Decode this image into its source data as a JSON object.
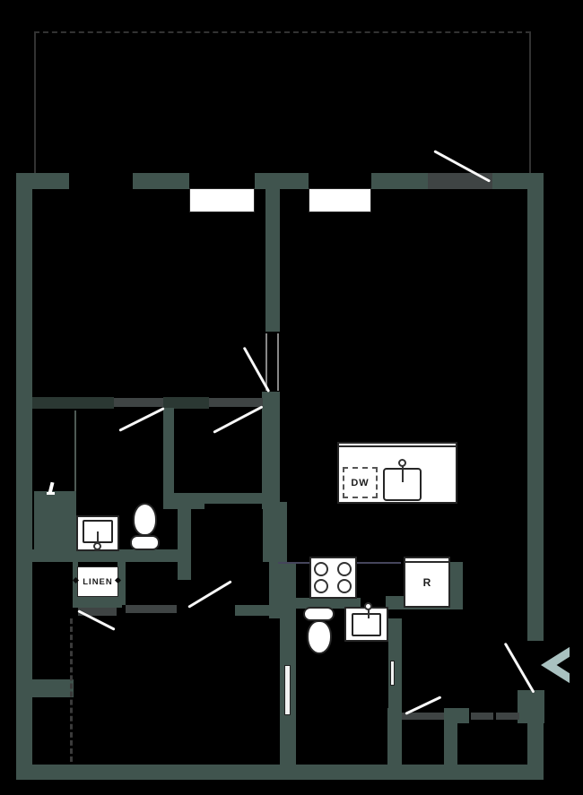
{
  "labels": {
    "linen_closet": "LINEN",
    "dishwasher": "DW",
    "refrigerator": "R"
  },
  "colors": {
    "background": "#000000",
    "wall": "#40544e",
    "wall_dark": "#2b3833",
    "threshold": "#3f4444",
    "fixture_fill": "#ffffff",
    "fixture_line": "#262626",
    "door_leaf": "#f8f8f8",
    "entry_arrow": "#a9c1c0",
    "balcony_line": "#333333",
    "counter_edge": "#45455c",
    "glass_line": "#4e5a55",
    "dash_line": "#3a3a3a"
  }
}
